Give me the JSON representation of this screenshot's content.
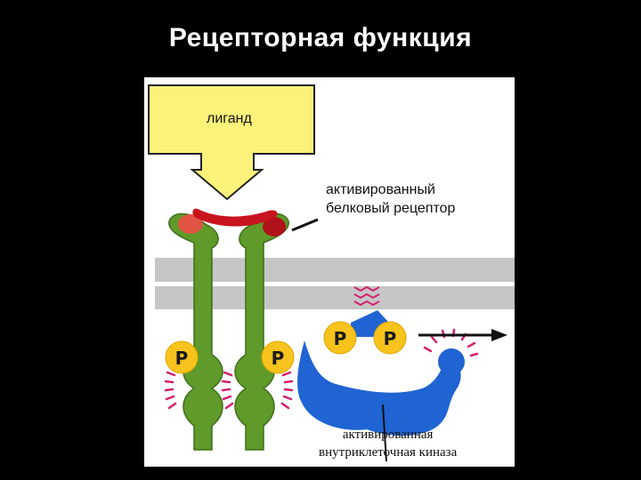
{
  "title": "Рецепторная функция",
  "labels": {
    "ligand": "лиганд",
    "receptor_line1": "активированный",
    "receptor_line2": "белковый рецептор",
    "kinase_line1": "активированная",
    "kinase_line2": "внутриклеточная киназа",
    "phosphate": "P"
  },
  "colors": {
    "background": "#000000",
    "panel": "#ffffff",
    "ligand_box": "#fbf27a",
    "ligand_molecule": "#c8141e",
    "receptor": "#5f9a2a",
    "membrane": "#c8c8c8",
    "kinase": "#1f64d2",
    "phosphate": "#f7c31c",
    "activation_marks": "#d4206e"
  }
}
